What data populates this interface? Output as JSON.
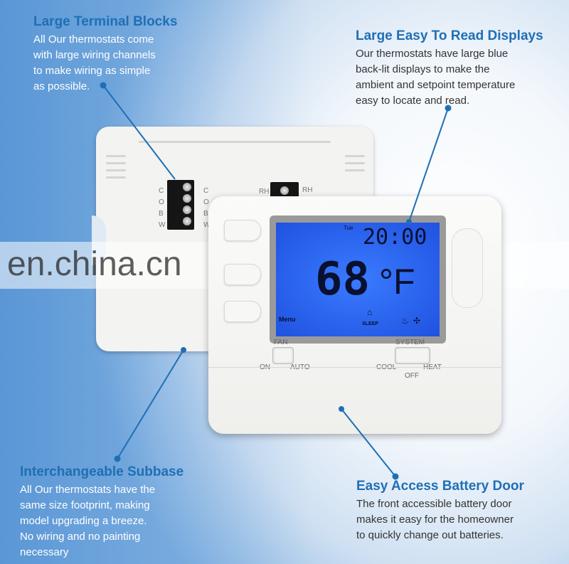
{
  "callouts": {
    "terminal_blocks": {
      "title": "Large Terminal Blocks",
      "text": [
        "All Our thermostats come",
        "with large wiring channels",
        "to make wiring as simple",
        "as possible."
      ]
    },
    "displays": {
      "title": "Large Easy To Read Displays",
      "text": [
        "Our thermostats have large blue",
        "back-lit displays to make the",
        "ambient and setpoint temperature",
        "easy to locate and read."
      ]
    },
    "subbase": {
      "title": "Interchangeable Subbase",
      "text": [
        "All Our thermostats have the",
        "same size footprint, making",
        "model upgrading a breeze.",
        "No wiring and no painting",
        "necessary"
      ]
    },
    "battery_door": {
      "title": "Easy Access Battery Door",
      "text": [
        "The front accessible battery door",
        "makes it easy for the homeowner",
        "to quickly change out batteries."
      ]
    }
  },
  "terminals": {
    "left": [
      "C",
      "O",
      "B",
      "W"
    ],
    "right": [
      "RH"
    ]
  },
  "lcd": {
    "day": "Tue",
    "time": "20:00",
    "temperature": "68",
    "unit": "°F",
    "menu": "Menu",
    "mode": "SLEEP"
  },
  "switches": {
    "fan": {
      "label": "FAN",
      "options": [
        "ON",
        "AUTO"
      ]
    },
    "system": {
      "label": "SYSTEM",
      "options": [
        "COOL",
        "OFF",
        "HEAT"
      ]
    }
  },
  "watermark": "en.china.cn",
  "colors": {
    "accent": "#1f6fb5",
    "lcd": "#2f66f0"
  }
}
